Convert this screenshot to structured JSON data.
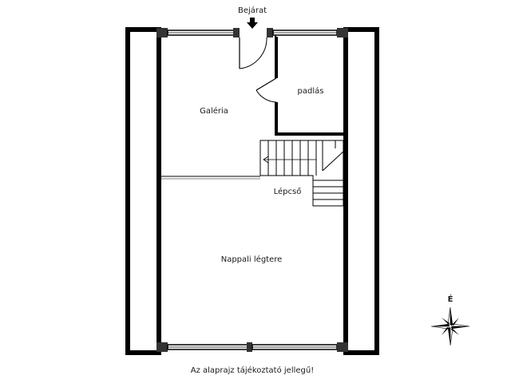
{
  "labels": {
    "entrance": "Bejárat",
    "gallery": "Galéria",
    "attic": "padlás",
    "stairs": "Lépcső",
    "living_airspace": "Nappali légtere",
    "disclaimer": "Az alaprajz tájékoztató jellegű!",
    "north": "É"
  }
}
